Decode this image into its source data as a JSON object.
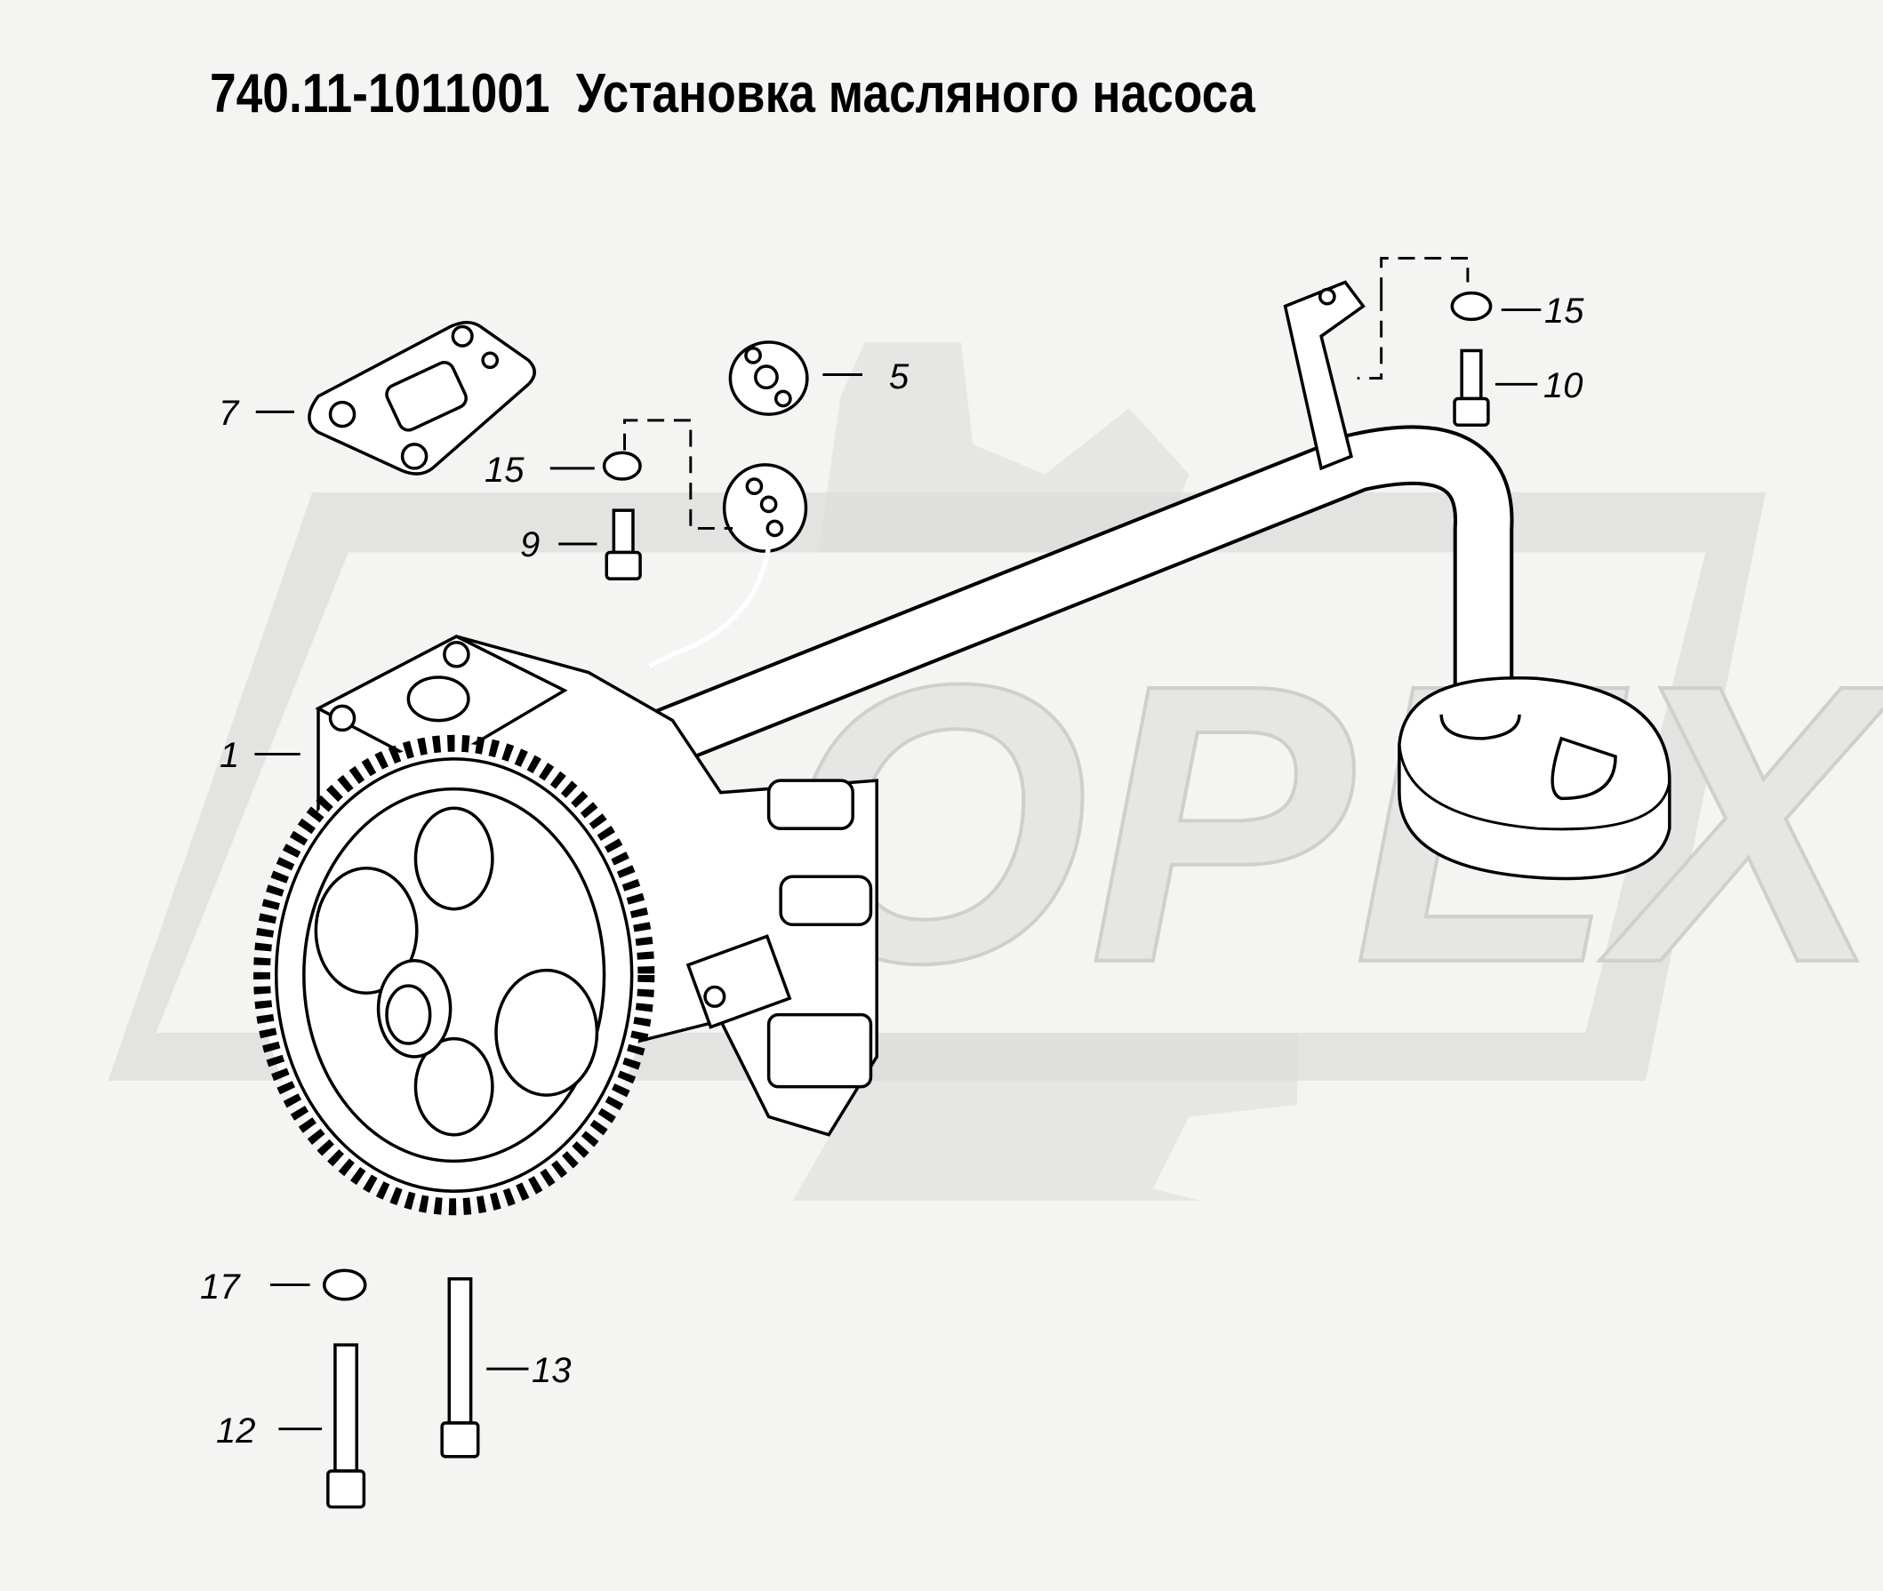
{
  "title": {
    "code": "740.11-1011001",
    "name": "Установка масляного насоса"
  },
  "watermark": "OPEX",
  "callouts": [
    {
      "id": "1"
    },
    {
      "id": "5"
    },
    {
      "id": "7"
    },
    {
      "id": "9"
    },
    {
      "id": "10"
    },
    {
      "id": "12"
    },
    {
      "id": "13"
    },
    {
      "id": "15"
    },
    {
      "id": "15"
    },
    {
      "id": "17"
    }
  ]
}
